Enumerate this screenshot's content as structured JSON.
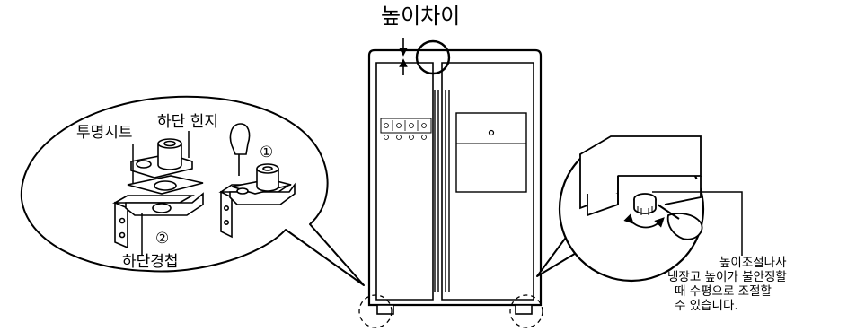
{
  "title": "높이차이",
  "labels": {
    "transparent_sheet": "투명시트",
    "lower_hinge": "하단 힌지",
    "lower_bracket": "하단경첩",
    "step_1": "①",
    "step_2": "②"
  },
  "note": {
    "lines": [
      "높이조절나사",
      "냉장고 높이가 불안정할",
      "때 수평으로 조절할",
      "수 있습니다."
    ]
  }
}
